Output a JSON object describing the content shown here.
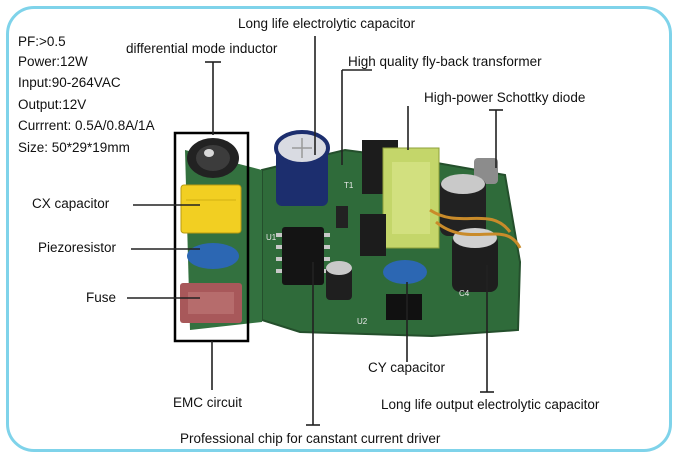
{
  "specs": {
    "pf": "PF:>0.5",
    "power": "Power:12W",
    "input": "Input:90-264VAC",
    "output": "Output:12V",
    "current": "Currrent: 0.5A/0.8A/1A",
    "size": "Size: 50*29*19mm"
  },
  "labels": {
    "dm_inductor": "differential mode inductor",
    "electrolytic": "Long life electrolytic capacitor",
    "transformer": "High quality fly-back transformer",
    "schottky": "High-power Schottky diode",
    "cx": "CX capacitor",
    "piezo": "Piezoresistor",
    "fuse": "Fuse",
    "cy": "CY capacitor",
    "emc": "EMC circuit",
    "output_cap": "Long life output electrolytic capacitor",
    "chip": "Professional chip for canstant current driver"
  },
  "silkscreen": {
    "t1": "T1",
    "u1": "U1",
    "u2": "U2",
    "c4": "C4"
  },
  "colors": {
    "frame": "#7fd3ea",
    "pcb": "#2f6b3a",
    "emc_box": "#000000"
  }
}
